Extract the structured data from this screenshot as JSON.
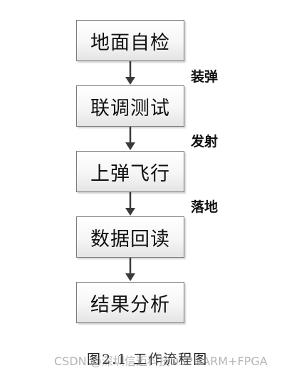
{
  "flowchart": {
    "nodes": [
      {
        "label": "地面自检"
      },
      {
        "label": "联调测试"
      },
      {
        "label": "上弹飞行"
      },
      {
        "label": "数据回读"
      },
      {
        "label": "结果分析"
      }
    ],
    "edge_labels": [
      "装弹",
      "发射",
      "落地"
    ]
  },
  "caption": "图2.1 工作流程图",
  "watermark": "CSDN @深圳信迈科技DSP+ARM+FPGA",
  "colors": {
    "node_border": "#7a7a7a",
    "node_fill_top": "#ffffff",
    "node_fill_bottom": "#e4e4e4",
    "arrow": "#3a3a3a",
    "text": "#111111"
  }
}
